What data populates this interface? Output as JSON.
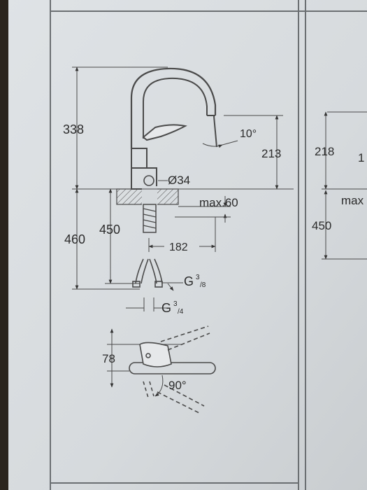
{
  "left_view": {
    "dims": {
      "height_total": "338",
      "spout_angle": "10°",
      "spout_height": "213",
      "hole_diameter": "Ø34",
      "max_deck_thickness": "max.60",
      "hose_length": "460",
      "shank_length": "450",
      "reach": "182",
      "thread_g38_base": "G",
      "thread_g38_sup": "3",
      "thread_g38_sub": "/8",
      "thread_g34_base": "G",
      "thread_g34_sup": "3",
      "thread_g34_sub": "/4",
      "lever_offset": "78",
      "swivel_angle": "90°"
    }
  },
  "right_view": {
    "dims": {
      "spout_height": "218",
      "partial_digit": "1",
      "max_deck_partial": "max",
      "shank_length": "450"
    }
  },
  "colors": {
    "paper": "#d9dde0",
    "line": "#4a4a4a",
    "text": "#2b2b2b"
  }
}
